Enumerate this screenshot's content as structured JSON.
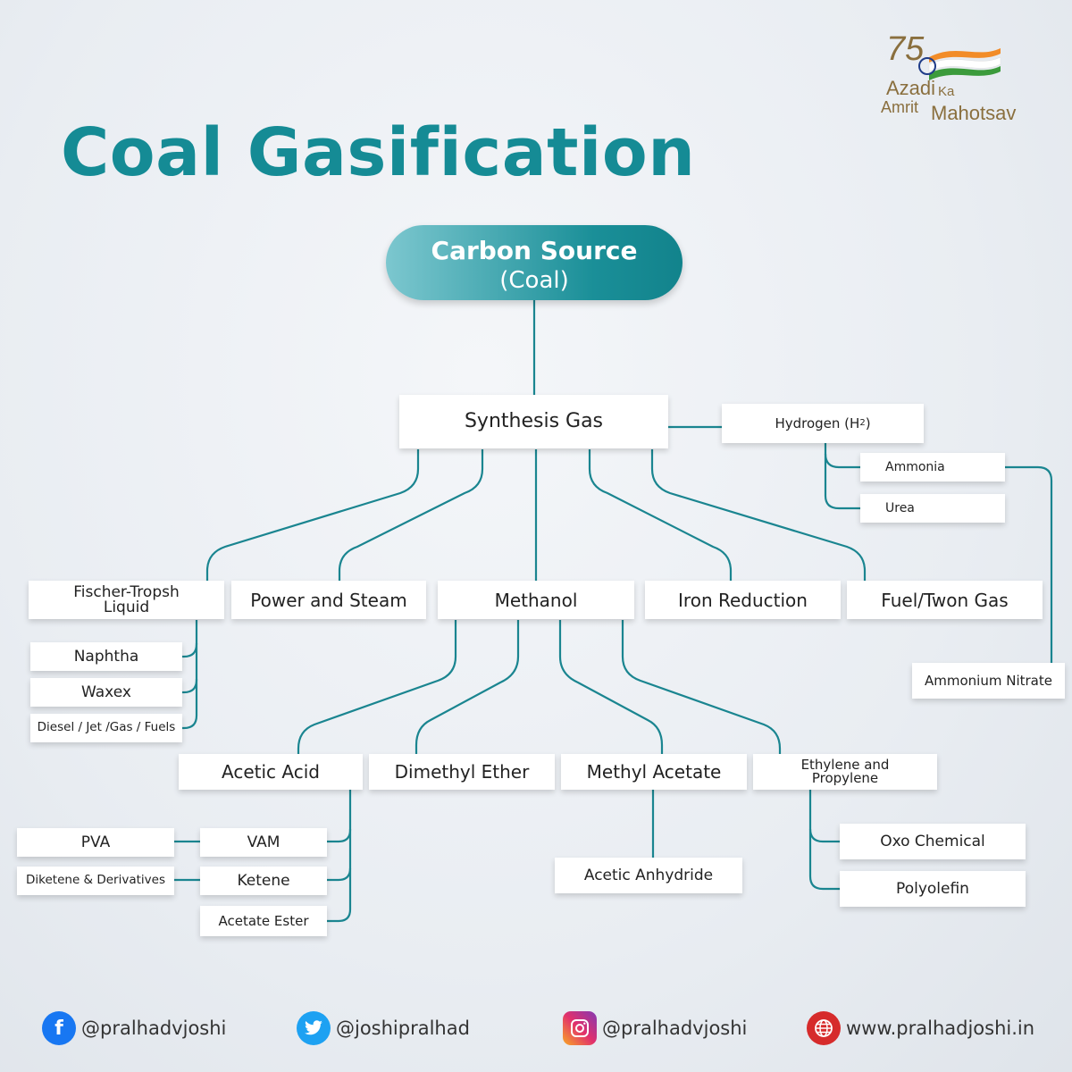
{
  "title": "Coal Gasification",
  "logo": {
    "number": "75",
    "line1": "Azadi",
    "line2": "Ka",
    "line3": "Amrit",
    "line4": "Mahotsav"
  },
  "root": {
    "line1": "Carbon Source",
    "line2": "(Coal)"
  },
  "nodes": {
    "synthesis_gas": "Synthesis Gas",
    "hydrogen": "Hydrogen (H",
    "hydrogen_sub": "2",
    "hydrogen_close": ")",
    "ammonia": "Ammonia",
    "urea": "Urea",
    "ammonium_nitrate": "Ammonium Nitrate",
    "fischer_tropsch_1": "Fischer-Tropsh",
    "fischer_tropsch_2": "Liquid",
    "power_steam": "Power and Steam",
    "methanol": "Methanol",
    "iron_reduction": "Iron Reduction",
    "fuel_town_gas": "Fuel/Twon Gas",
    "naphtha": "Naphtha",
    "waxex": "Waxex",
    "diesel": "Diesel / Jet /Gas / Fuels",
    "acetic_acid": "Acetic Acid",
    "dimethyl_ether": "Dimethyl Ether",
    "methyl_acetate": "Methyl Acetate",
    "ethylene_1": "Ethylene and",
    "ethylene_2": "Propylene",
    "pva": "PVA",
    "vam": "VAM",
    "diketene": "Diketene & Derivatives",
    "ketene": "Ketene",
    "acetate_ester": "Acetate Ester",
    "acetic_anhydride": "Acetic Anhydride",
    "oxo_chemical": "Oxo Chemical",
    "polyolefin": "Polyolefin"
  },
  "social": {
    "facebook": "@pralhadvjoshi",
    "twitter": "@joshipralhad",
    "instagram": "@pralhadvjoshi",
    "website": "www.pralhadjoshi.in"
  },
  "colors": {
    "accent": "#158b95",
    "line": "#1a8590",
    "facebook": "#1877f2",
    "twitter": "#1da1f2",
    "instagram": "#c13584",
    "website": "#d62b2b"
  }
}
